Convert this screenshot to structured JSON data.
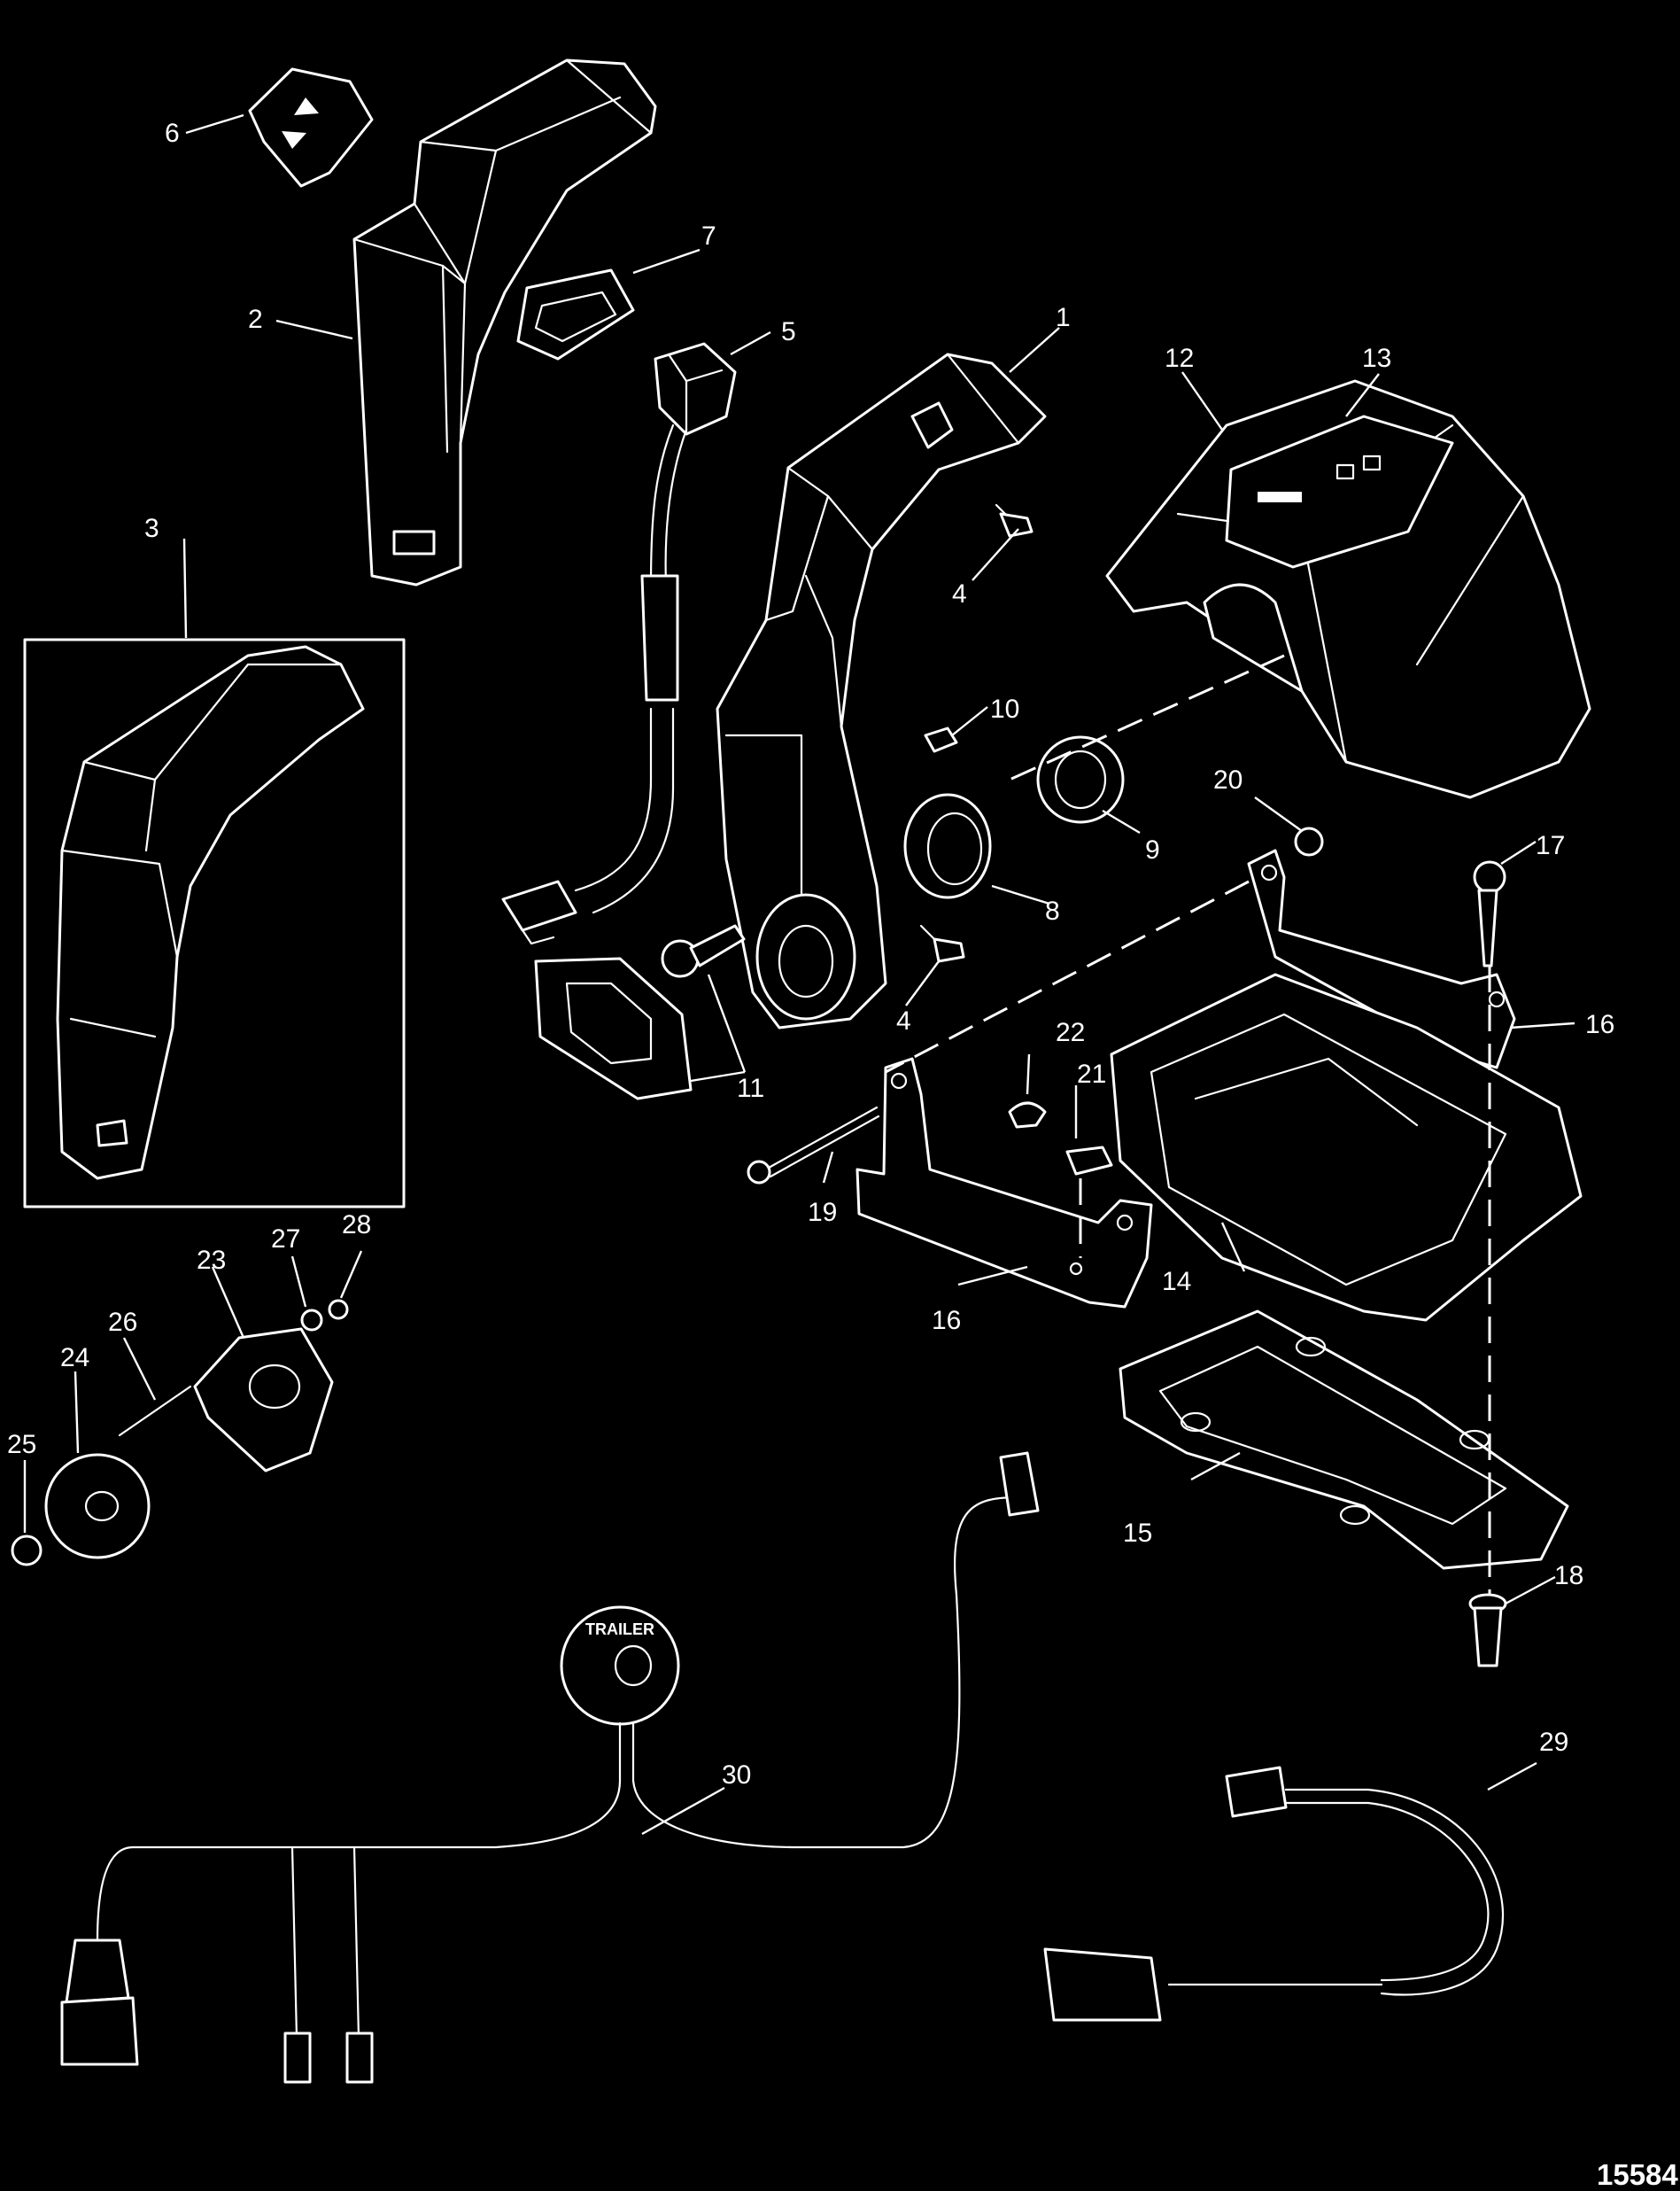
{
  "figure_id": "15584",
  "panel_label": "TRAILER",
  "callouts": [
    {
      "id": "c1",
      "label": "1"
    },
    {
      "id": "c2",
      "label": "2"
    },
    {
      "id": "c3",
      "label": "3"
    },
    {
      "id": "c4a",
      "label": "4"
    },
    {
      "id": "c4b",
      "label": "4"
    },
    {
      "id": "c5",
      "label": "5"
    },
    {
      "id": "c6",
      "label": "6"
    },
    {
      "id": "c7",
      "label": "7"
    },
    {
      "id": "c8",
      "label": "8"
    },
    {
      "id": "c9",
      "label": "9"
    },
    {
      "id": "c10",
      "label": "10"
    },
    {
      "id": "c11",
      "label": "11"
    },
    {
      "id": "c12",
      "label": "12"
    },
    {
      "id": "c13",
      "label": "13"
    },
    {
      "id": "c14",
      "label": "14"
    },
    {
      "id": "c15",
      "label": "15"
    },
    {
      "id": "c16a",
      "label": "16"
    },
    {
      "id": "c16b",
      "label": "16"
    },
    {
      "id": "c17",
      "label": "17"
    },
    {
      "id": "c18",
      "label": "18"
    },
    {
      "id": "c19",
      "label": "19"
    },
    {
      "id": "c20",
      "label": "20"
    },
    {
      "id": "c21",
      "label": "21"
    },
    {
      "id": "c22",
      "label": "22"
    },
    {
      "id": "c23",
      "label": "23"
    },
    {
      "id": "c24",
      "label": "24"
    },
    {
      "id": "c25",
      "label": "25"
    },
    {
      "id": "c26",
      "label": "26"
    },
    {
      "id": "c27",
      "label": "27"
    },
    {
      "id": "c28",
      "label": "28"
    },
    {
      "id": "c29",
      "label": "29"
    },
    {
      "id": "c30",
      "label": "30"
    }
  ]
}
